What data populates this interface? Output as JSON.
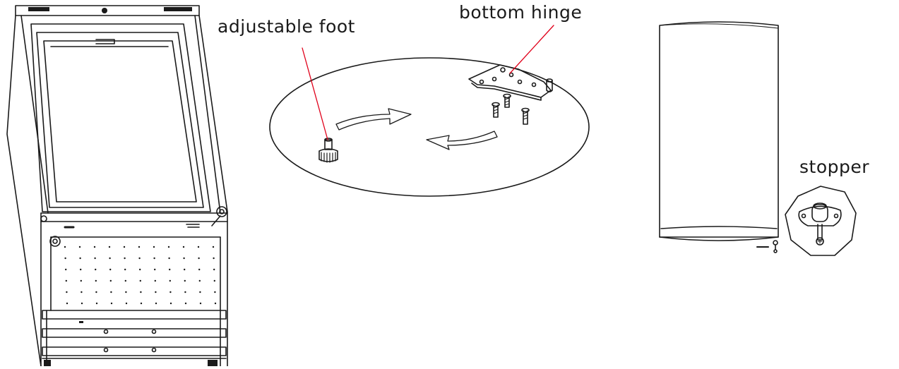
{
  "labels": {
    "adjustable_foot": "adjustable foot",
    "bottom_hinge": "bottom hinge",
    "stopper": "stopper"
  },
  "colors": {
    "line": "#1a1a1a",
    "leader": "#e0001a",
    "background": "#ffffff"
  }
}
